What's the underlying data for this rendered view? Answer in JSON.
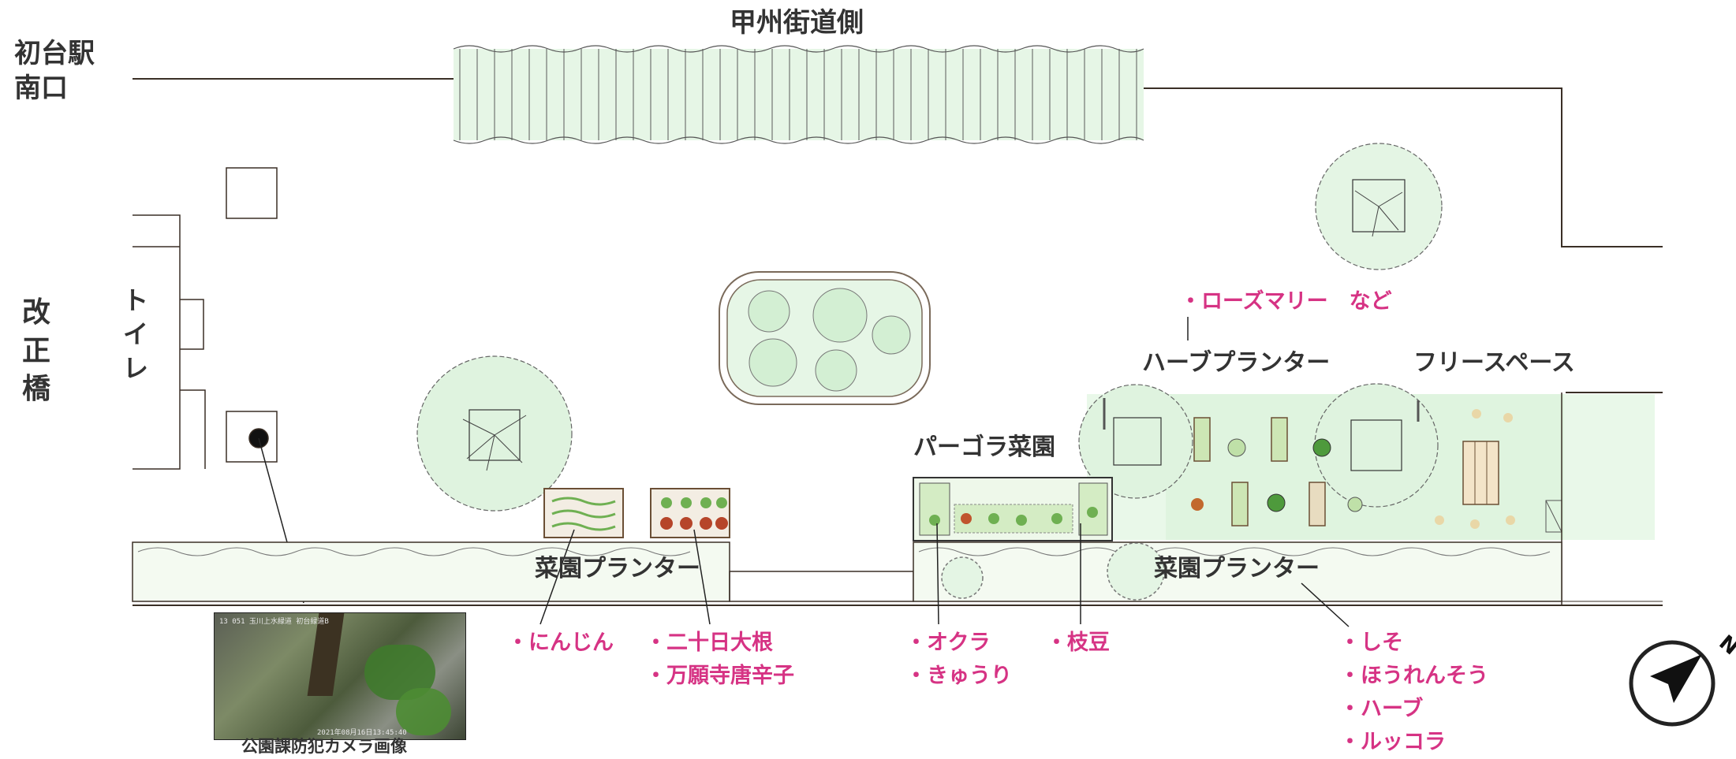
{
  "road_label": "甲州街道側",
  "station_label": [
    "初台駅",
    "南口"
  ],
  "bridge_label": [
    "改",
    "正",
    "橋"
  ],
  "toilet_label": [
    "ト",
    "イ",
    "レ"
  ],
  "areas": {
    "pergola": "パーゴラ菜園",
    "planter_left": "菜園プランター",
    "planter_right": "菜園プランター",
    "herb_planter": "ハーブプランター",
    "free_space": "フリースペース"
  },
  "crops": {
    "carrot": [
      "・にんじん"
    ],
    "radish": [
      "・二十日大根",
      "・万願寺唐辛子"
    ],
    "okra": [
      "・オクラ",
      "・きゅうり"
    ],
    "edamame": [
      "・枝豆"
    ],
    "rosemary": [
      "・ローズマリー　など"
    ],
    "shiso": [
      "・しそ",
      "・ほうれんそう",
      "・ハーブ",
      "・ルッコラ"
    ]
  },
  "camera": {
    "caption": "公園課防犯カメラ画像",
    "overlay_text": "13 051 玉川上水緑道 初台緑道B",
    "timestamp": "2021年08月16日13:45:40"
  },
  "compass": {
    "letter": "N"
  },
  "colors": {
    "label_text": "#333333",
    "crop_text": "#d63384",
    "line": "#3a2f26",
    "green": "#cfeccf"
  }
}
